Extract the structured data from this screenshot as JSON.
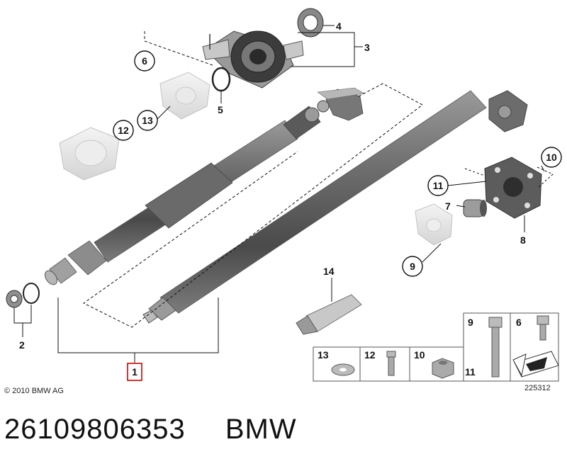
{
  "diagram": {
    "copyright": "© 2010 BMW AG",
    "diagram_number": "225312",
    "callouts": {
      "c1": "1",
      "c2": "2",
      "c3": "3",
      "c4": "4",
      "c5": "5",
      "c6": "6",
      "c7": "7",
      "c8": "8",
      "c9": "9",
      "c10": "10",
      "c11": "11",
      "c12": "12",
      "c13": "13",
      "c14": "14"
    },
    "legend": {
      "c13": "13",
      "c12": "12",
      "c10": "10",
      "c9": "9",
      "c11": "11",
      "c6": "6"
    }
  },
  "caption": {
    "part_number": "26109806353",
    "brand": "BMW"
  }
}
